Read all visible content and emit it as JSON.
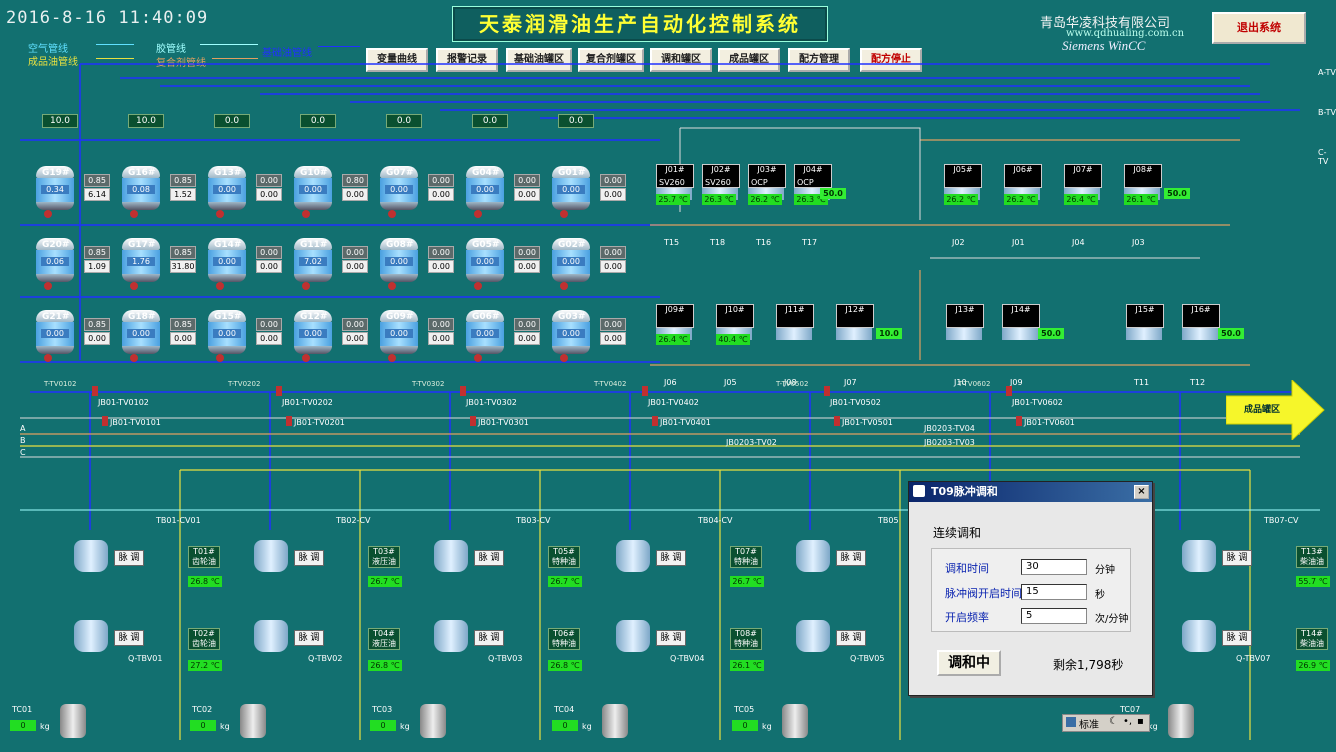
{
  "header": {
    "clock": "2016-8-16  11:40:09",
    "title": "天泰润滑油生产自动化控制系统",
    "company": "青岛华凌科技有限公司",
    "website": "www.qdhualing.com.cn",
    "brand": "Siemens WinCC",
    "exit_label": "退出系统"
  },
  "legend": [
    {
      "label": "空气管线",
      "color": "#60e0ff"
    },
    {
      "label": "胶管线",
      "color": "#a0ffff"
    },
    {
      "label": "基础油管线",
      "color": "#2030ff"
    },
    {
      "label": "成品油管线",
      "color": "#e8e040"
    },
    {
      "label": "复合剂管线",
      "color": "#e0a060"
    }
  ],
  "nav": [
    {
      "label": "变量曲线"
    },
    {
      "label": "报警记录"
    },
    {
      "label": "基础油罐区"
    },
    {
      "label": "复合剂罐区"
    },
    {
      "label": "调和罐区"
    },
    {
      "label": "成品罐区"
    },
    {
      "label": "配方管理"
    },
    {
      "label": "配方停止",
      "alert": true
    }
  ],
  "top_values": [
    "10.0",
    "10.0",
    "0.0",
    "0.0",
    "0.0",
    "0.0",
    "0.0"
  ],
  "tank_rows": [
    {
      "tanks": [
        {
          "name": "G19#",
          "val": "0.34"
        },
        {
          "name": "G16#",
          "val": "0.08"
        },
        {
          "name": "G13#",
          "val": "0.00"
        },
        {
          "name": "G10#",
          "val": "0.00"
        },
        {
          "name": "G07#",
          "val": "0.00"
        },
        {
          "name": "G04#",
          "val": "0.00"
        },
        {
          "name": "G01#",
          "val": "0.00"
        }
      ],
      "boxes": [
        [
          "0.85",
          "6.14"
        ],
        [
          "0.85",
          "1.52"
        ],
        [
          "0.00",
          "0.00"
        ],
        [
          "0.80",
          "0.00"
        ],
        [
          "0.00",
          "0.00"
        ],
        [
          "0.00",
          "0.00"
        ],
        [
          "0.00",
          "0.00"
        ]
      ]
    },
    {
      "tanks": [
        {
          "name": "G20#",
          "val": "0.06"
        },
        {
          "name": "G17#",
          "val": "1.76"
        },
        {
          "name": "G14#",
          "val": "0.00"
        },
        {
          "name": "G11#",
          "val": "7.02"
        },
        {
          "name": "G08#",
          "val": "0.00"
        },
        {
          "name": "G05#",
          "val": "0.00"
        },
        {
          "name": "G02#",
          "val": "0.00"
        }
      ],
      "boxes": [
        [
          "0.85",
          "1.09"
        ],
        [
          "0.85",
          "31.80"
        ],
        [
          "0.00",
          "0.00"
        ],
        [
          "0.00",
          "0.00"
        ],
        [
          "0.00",
          "0.00"
        ],
        [
          "0.00",
          "0.00"
        ],
        [
          "0.00",
          "0.00"
        ]
      ]
    },
    {
      "tanks": [
        {
          "name": "G21#",
          "val": "0.00"
        },
        {
          "name": "G18#",
          "val": "0.00"
        },
        {
          "name": "G15#",
          "val": "0.00"
        },
        {
          "name": "G12#",
          "val": "0.00"
        },
        {
          "name": "G09#",
          "val": "0.00"
        },
        {
          "name": "G06#",
          "val": "0.00"
        },
        {
          "name": "G03#",
          "val": "0.00"
        }
      ],
      "boxes": [
        [
          "0.85",
          "0.00"
        ],
        [
          "0.85",
          "0.00"
        ],
        [
          "0.00",
          "0.00"
        ],
        [
          "0.00",
          "0.00"
        ],
        [
          "0.00",
          "0.00"
        ],
        [
          "0.00",
          "0.00"
        ],
        [
          "0.00",
          "0.00"
        ]
      ]
    }
  ],
  "reactor_groups": [
    {
      "units": [
        {
          "tag": "J01#",
          "sub": "SV260",
          "temp": "25.7 ℃",
          "name": "T15"
        },
        {
          "tag": "J02#",
          "sub": "SV260",
          "temp": "26.3 ℃",
          "name": "T18"
        },
        {
          "tag": "J03#",
          "sub": "OCP",
          "temp": "26.2 ℃",
          "name": "T16"
        },
        {
          "tag": "J04#",
          "sub": "OCP",
          "temp": "26.3 ℃",
          "name": "T17"
        }
      ],
      "level": "50.0"
    },
    {
      "units": [
        {
          "tag": "J05#",
          "sub": "",
          "temp": "26.2 ℃",
          "name": "J02"
        },
        {
          "tag": "J06#",
          "sub": "",
          "temp": "26.2 ℃",
          "name": "J01"
        },
        {
          "tag": "J07#",
          "sub": "",
          "temp": "26.4 ℃",
          "name": "J04"
        },
        {
          "tag": "J08#",
          "sub": "",
          "temp": "26.1 ℃",
          "name": "J03"
        }
      ],
      "level": "50.0"
    },
    {
      "units": [
        {
          "tag": "J09#",
          "sub": "",
          "temp": "26.4 ℃",
          "name": "J06"
        },
        {
          "tag": "J10#",
          "sub": "",
          "temp": "40.4 ℃",
          "name": "J05"
        },
        {
          "tag": "J11#",
          "sub": "",
          "temp": "",
          "name": "J08"
        },
        {
          "tag": "J12#",
          "sub": "",
          "temp": "",
          "name": "J07"
        }
      ],
      "level": "10.0"
    },
    {
      "units": [
        {
          "tag": "J13#",
          "sub": "",
          "temp": "",
          "name": "J10"
        },
        {
          "tag": "J14#",
          "sub": "",
          "temp": "",
          "name": "J09"
        }
      ],
      "level": "50.0"
    },
    {
      "units": [
        {
          "tag": "J15#",
          "sub": "",
          "temp": "",
          "name": "T11"
        },
        {
          "tag": "J16#",
          "sub": "",
          "temp": "",
          "name": "T12"
        }
      ],
      "level": "50.0"
    }
  ],
  "pipe_labels": {
    "row1": [
      "T-TV0102",
      "T-TV0202",
      "T-TV0302",
      "T-TV0402",
      "T-TV0502",
      "T-TV0602"
    ],
    "row2": [
      "JB01-TV0102",
      "JB01-TV0202",
      "JB01-TV0302",
      "JB01-TV0402",
      "JB01-TV0502",
      "JB01-TV0602"
    ],
    "row3": [
      "JB01-TV0101",
      "JB01-TV0201",
      "JB01-TV0301",
      "JB01-TV0401",
      "JB01-TV0501",
      "JB01-TV0601"
    ],
    "extra": [
      "JB0203-TV02",
      "JB0203-TV04",
      "JB0203-TV03"
    ],
    "abc": [
      "A",
      "B",
      "C"
    ],
    "right_top": [
      "A-TV",
      "B-TV",
      "C-TV"
    ]
  },
  "product_arrow": "成品罐区",
  "blend_units": [
    {
      "top": "TB01-CV01",
      "p1": "T01#",
      "p1b": "齿轮油",
      "t1": "26.8 ℃",
      "p2": "T02#",
      "p2b": "齿轮油",
      "t2": "27.2 ℃",
      "tc": "TC01",
      "q": "Q-TBV01"
    },
    {
      "top": "TB02-CV",
      "p1": "T03#",
      "p1b": "液压油",
      "t1": "26.7 ℃",
      "p2": "T04#",
      "p2b": "液压油",
      "t2": "26.8 ℃",
      "tc": "TC02",
      "q": "Q-TBV02"
    },
    {
      "top": "TB03-CV",
      "p1": "T05#",
      "p1b": "特种油",
      "t1": "26.7 ℃",
      "p2": "T06#",
      "p2b": "特种油",
      "t2": "26.8 ℃",
      "tc": "TC03",
      "q": "Q-TBV03"
    },
    {
      "top": "TB04-CV",
      "p1": "T07#",
      "p1b": "特种油",
      "t1": "26.7 ℃",
      "p2": "T08#",
      "p2b": "特种油",
      "t2": "26.1 ℃",
      "tc": "TC04",
      "q": "Q-TBV04"
    },
    {
      "top": "TB05",
      "p1": "",
      "p1b": "",
      "t1": "",
      "p2": "",
      "p2b": "",
      "t2": "",
      "tc": "TC05",
      "q": "Q-TBV05"
    },
    {
      "top": "TB07-CV",
      "p1": "T13#",
      "p1b": "柴油油",
      "t1": "55.7 ℃",
      "p2": "T14#",
      "p2b": "柴油油",
      "t2": "26.9 ℃",
      "tc": "TC07",
      "q": "Q-TBV07"
    }
  ],
  "pulse_label": "脉 调",
  "tc_value": "0",
  "tc_unit": "kg",
  "dialog": {
    "title": "T09脉冲调和",
    "close": "×",
    "mode": "连续调和",
    "fields": [
      {
        "label": "调和时间",
        "value": "30",
        "unit": "分钟"
      },
      {
        "label": "脉冲阀开启时间",
        "value": "15",
        "unit": "秒"
      },
      {
        "label": "开启频率",
        "value": "5",
        "unit": "次/分钟"
      }
    ],
    "button": "调和中",
    "remaining": "剩余1,798秒"
  },
  "taskbar": {
    "label": "标准"
  }
}
